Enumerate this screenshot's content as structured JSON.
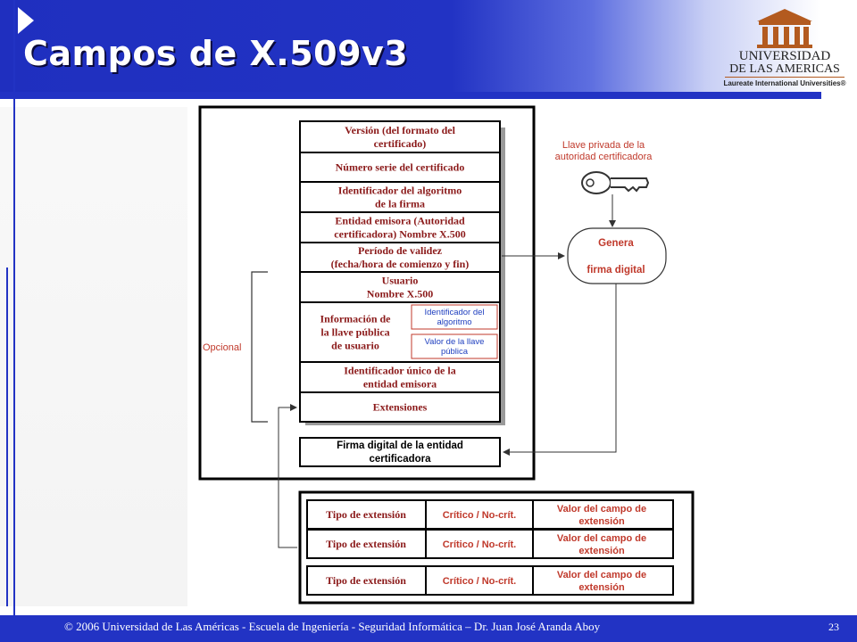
{
  "slide": {
    "title": "Campos de X.509v3",
    "page_number": "23",
    "footer": "© 2006 Universidad de Las Américas  -  Escuela de Ingeniería  -  Seguridad Informática – Dr. Juan José Aranda Aboy"
  },
  "logo": {
    "line1": "UNIVERSIDAD",
    "line2": "DE LAS AMERICAS",
    "line3": "Laureate International Universities®"
  },
  "certificate": {
    "fields": [
      [
        "Versión (del formato del",
        "certificado)"
      ],
      [
        "Número serie del certificado"
      ],
      [
        "Identificador del algoritmo",
        "de la firma"
      ],
      [
        "Entidad emisora (Autoridad",
        "certificadora) Nombre X.500"
      ],
      [
        "Período de validez",
        "(fecha/hora de comienzo y fin)"
      ],
      [
        "Usuario",
        "Nombre X.500"
      ],
      [
        "Información de",
        "la llave pública",
        "de usuario"
      ],
      [
        "Identificador único de la",
        "entidad emisora"
      ],
      [
        "Extensiones"
      ]
    ],
    "public_key_subfields": [
      [
        "Identificador del",
        "algoritmo"
      ],
      [
        "Valor de la llave",
        "pública"
      ]
    ],
    "optional_label": "Opcional",
    "signature": [
      "Firma digital de la entidad",
      "certificadora"
    ]
  },
  "private_key_label": [
    "Llave privada  de la",
    "autoridad certificadora"
  ],
  "generate_box": [
    "Genera",
    "firma digital"
  ],
  "extension_rows": [
    {
      "type": "Tipo de extensión",
      "criticality": "Crítico / No-crít.",
      "value": [
        "Valor del campo de",
        "extensión"
      ]
    },
    {
      "type": "Tipo de extensión",
      "criticality": "Crítico / No-crít.",
      "value": [
        "Valor del campo de",
        "extensión"
      ]
    },
    {
      "type": "Tipo de extensión",
      "criticality": "Crítico / No-crít.",
      "value": [
        "Valor del campo de",
        "extensión"
      ]
    }
  ],
  "colors": {
    "header_blue": "#2233c4",
    "accent_red": "#c0392b",
    "subfield_blue": "#1f3fbf"
  }
}
